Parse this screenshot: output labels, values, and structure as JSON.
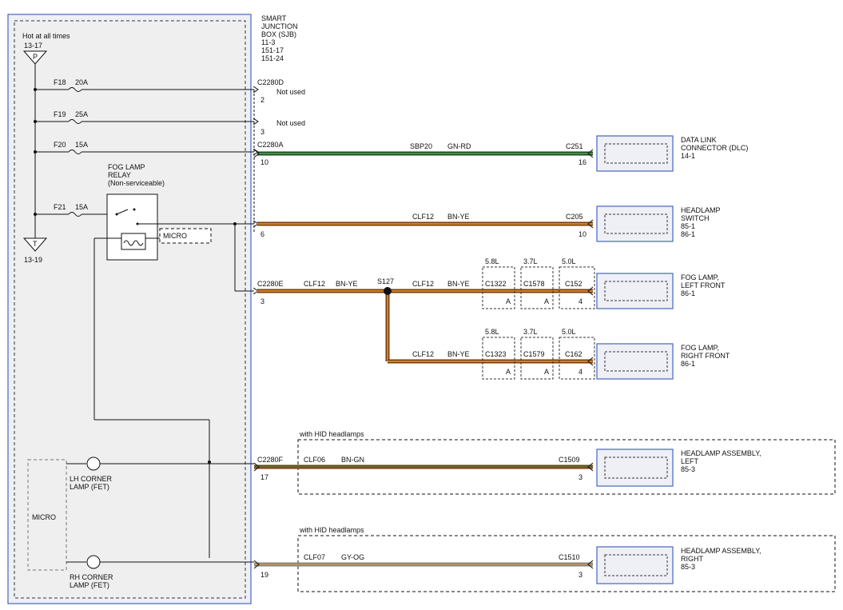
{
  "sjb": {
    "title": [
      "SMART",
      "JUNCTION",
      "BOX (SJB)",
      "11-3",
      "151-17",
      "151-24"
    ],
    "hot_label": "Hot at all times",
    "hot_ref": "13-17",
    "p_label": "P",
    "t_label": "T",
    "ground_ref": "13-19"
  },
  "fuses": [
    {
      "id": "F18",
      "rating": "20A"
    },
    {
      "id": "F19",
      "rating": "25A"
    },
    {
      "id": "F20",
      "rating": "15A"
    },
    {
      "id": "F21",
      "rating": "15A"
    }
  ],
  "relay": {
    "title": [
      "FOG LAMP",
      "RELAY",
      "(Non-serviceable)"
    ],
    "micro": "MICRO"
  },
  "micro_box": "MICRO",
  "corner_lamps": [
    {
      "label": [
        "LH CORNER",
        "LAMP (FET)"
      ]
    },
    {
      "label": [
        "RH CORNER",
        "LAMP (FET)"
      ]
    }
  ],
  "sjb_connectors": [
    {
      "id": "C2280D",
      "pin": "2",
      "note": "Not used"
    },
    {
      "id": "",
      "pin": "3",
      "note": "Not used"
    },
    {
      "id": "C2280A",
      "pin": "10"
    },
    {
      "id": "",
      "pin": "6"
    },
    {
      "id": "C2280E",
      "pin": "3"
    },
    {
      "id": "C2280F",
      "pin": "17"
    },
    {
      "id": "",
      "pin": "19"
    }
  ],
  "circuits": [
    {
      "circuit": "SBP20",
      "color": "GN-RD"
    },
    {
      "circuit": "CLF12",
      "color": "BN-YE"
    },
    {
      "circuit": "CLF12",
      "color": "BN-YE"
    },
    {
      "circuit": "CLF12",
      "color": "BN-YE"
    },
    {
      "circuit": "CLF12",
      "color": "BN-YE"
    },
    {
      "circuit": "CLF06",
      "color": "BN-GN"
    },
    {
      "circuit": "CLF07",
      "color": "GY-OG"
    }
  ],
  "splice": "S127",
  "components": [
    {
      "connector": "C251",
      "pin": "16",
      "name": [
        "DATA LINK",
        "CONNECTOR (DLC)"
      ],
      "refs": [
        "14-1"
      ]
    },
    {
      "connector": "C205",
      "pin": "10",
      "name": [
        "HEADLAMP",
        "SWITCH"
      ],
      "refs": [
        "85-1",
        "86-1"
      ]
    },
    {
      "connector": "C152",
      "pin": "4",
      "name": [
        "FOG LAMP,",
        "LEFT FRONT"
      ],
      "refs": [
        "86-1"
      ]
    },
    {
      "connector": "C162",
      "pin": "4",
      "name": [
        "FOG LAMP,",
        "RIGHT FRONT"
      ],
      "refs": [
        "86-1"
      ]
    },
    {
      "connector": "C1509",
      "pin": "3",
      "name": [
        "HEADLAMP ASSEMBLY,",
        "LEFT"
      ],
      "refs": [
        "85-3"
      ]
    },
    {
      "connector": "C1510",
      "pin": "3",
      "name": [
        "HEADLAMP ASSEMBLY,",
        "RIGHT"
      ],
      "refs": [
        "85-3"
      ]
    }
  ],
  "inline_connectors": {
    "left": [
      {
        "engine": "5.8L",
        "id": "C1322",
        "pin": "A"
      },
      {
        "engine": "3.7L",
        "id": "C1578",
        "pin": "A"
      },
      {
        "engine": "5.0L"
      }
    ],
    "right": [
      {
        "engine": "5.8L",
        "id": "C1323",
        "pin": "A"
      },
      {
        "engine": "3.7L",
        "id": "C1579",
        "pin": "A"
      },
      {
        "engine": "5.0L"
      }
    ]
  },
  "hid_note": "with HID headlamps",
  "wire_colors": {
    "green": "#2e7d32",
    "green_dark": "#1b4d1e",
    "brown": "#7a3b12",
    "yellow": "#e8a020",
    "gray": "#9a9a8a",
    "orange": "#c88040",
    "blue_border": "#4466bb"
  }
}
